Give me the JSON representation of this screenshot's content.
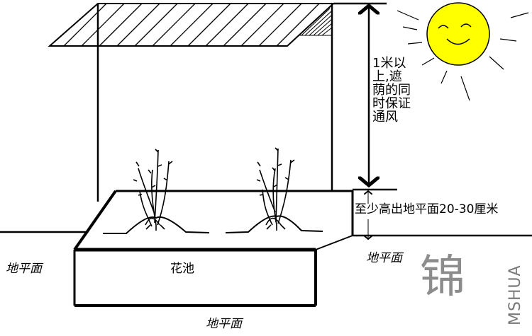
{
  "labels": {
    "shade_note": "1米以上,遮荫的同时保证通风",
    "height_note": "至少高出地平面20-30厘米",
    "pool": "花池",
    "ground_left": "地平面",
    "ground_right": "地平面",
    "ground_bottom": "地平面"
  },
  "watermark": {
    "logo_char": "锦",
    "brand": "MSHUA"
  },
  "colors": {
    "line": "#000000",
    "sun_fill": "#ffff00",
    "watermark": "#8c8c8c"
  },
  "icons": [
    "sun-icon",
    "smiley-face-icon",
    "seedling-icon",
    "arrow-icon"
  ]
}
